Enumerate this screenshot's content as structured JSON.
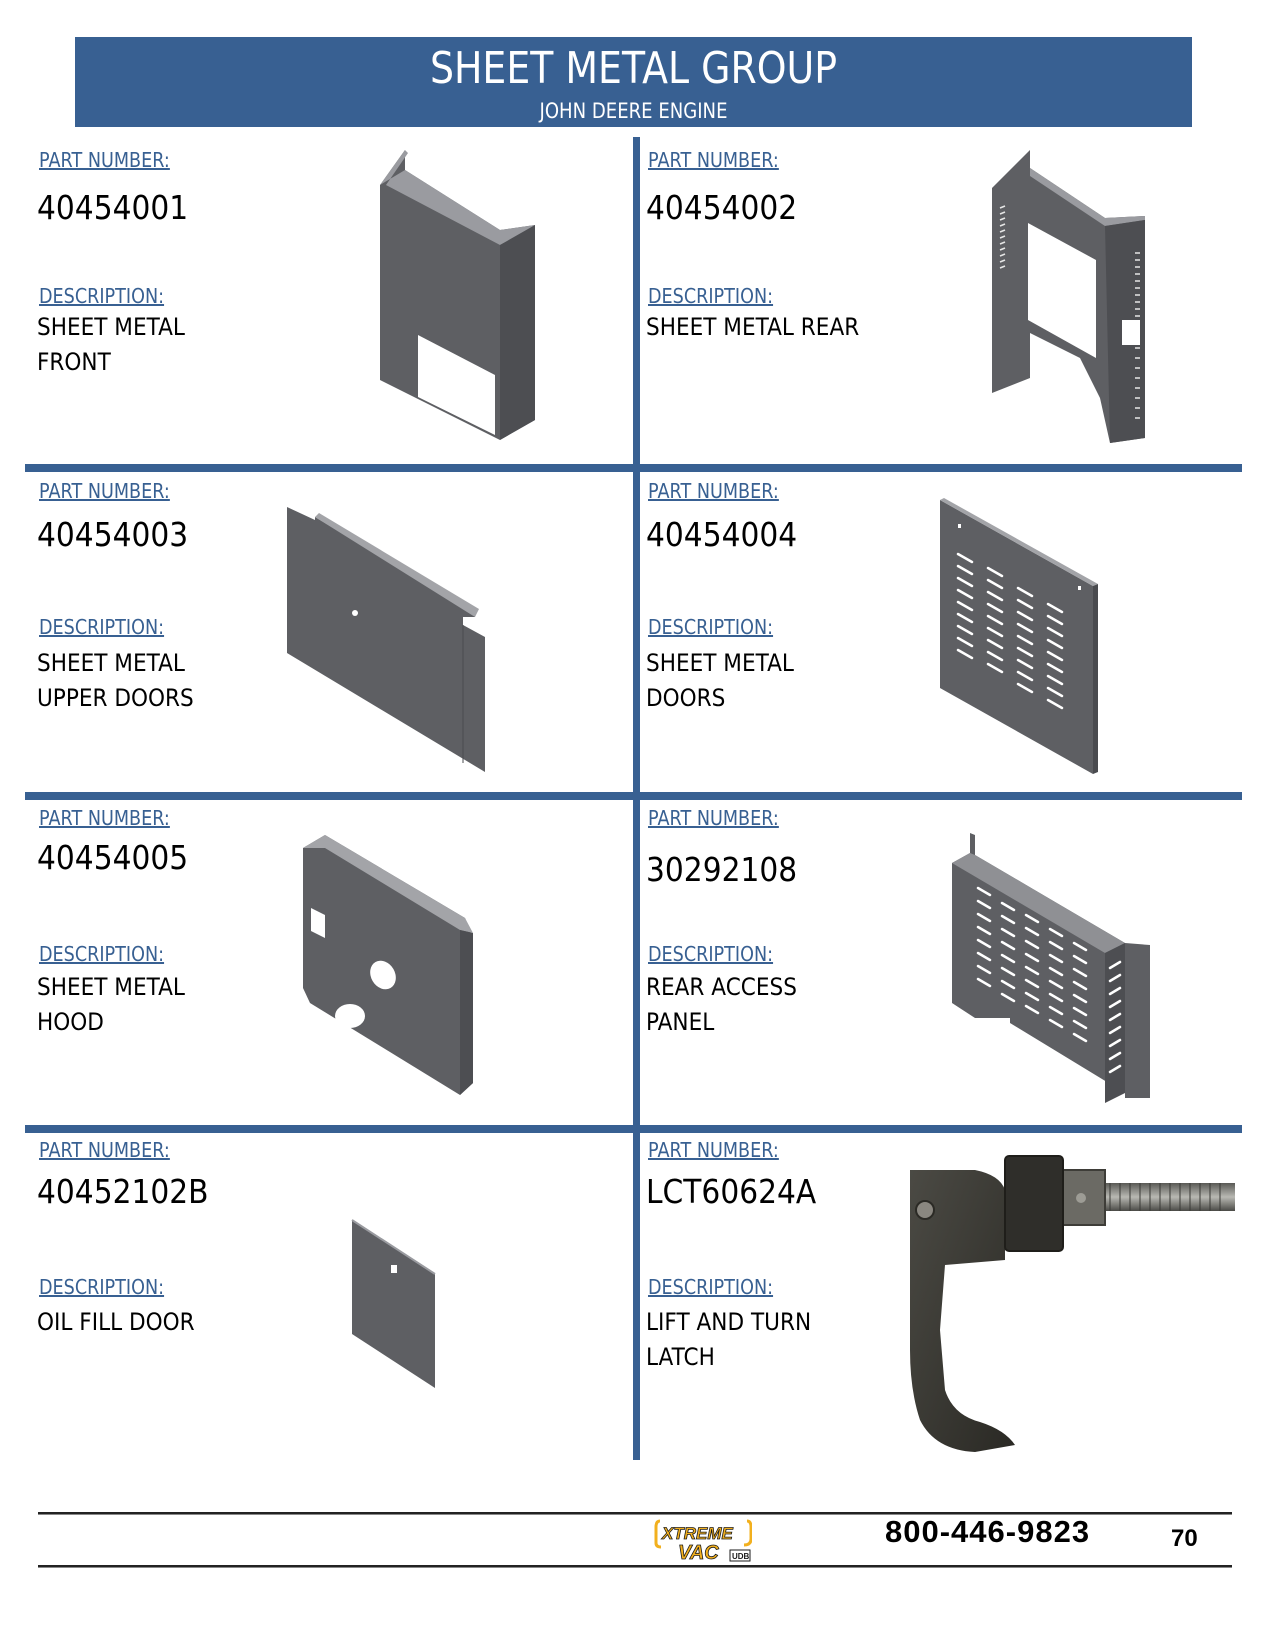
{
  "header": {
    "title": "SHEET METAL GROUP",
    "subtitle": "JOHN DEERE ENGINE"
  },
  "labels": {
    "part_number": "PART NUMBER:",
    "description": "DESCRIPTION:"
  },
  "parts": [
    {
      "part_number": "40454001",
      "description": "SHEET METAL FRONT",
      "image": "sheet-metal-front-render"
    },
    {
      "part_number": "40454002",
      "description": "SHEET METAL REAR",
      "image": "sheet-metal-rear-render"
    },
    {
      "part_number": "40454003",
      "description": "SHEET METAL UPPER DOORS",
      "image": "upper-doors-render"
    },
    {
      "part_number": "40454004",
      "description": "SHEET METAL DOORS",
      "image": "louvered-doors-render"
    },
    {
      "part_number": "40454005",
      "description": "SHEET METAL HOOD",
      "image": "hood-render"
    },
    {
      "part_number": "30292108",
      "description": "REAR ACCESS PANEL",
      "image": "rear-access-panel-render"
    },
    {
      "part_number": "40452102B",
      "description": "OIL FILL DOOR",
      "image": "oil-fill-door-render"
    },
    {
      "part_number": "LCT60624A",
      "description": "LIFT AND TURN LATCH",
      "image": "latch-photo"
    }
  ],
  "footer": {
    "logo_text_top": "XTREME",
    "logo_text_bottom": "VAC",
    "logo_badge": "UDB",
    "phone": "800-446-9823",
    "page_number": "70"
  },
  "colors": {
    "brand_blue": "#386092",
    "part_gray": "#5e5f63",
    "logo_yellow": "#f2b01e"
  }
}
